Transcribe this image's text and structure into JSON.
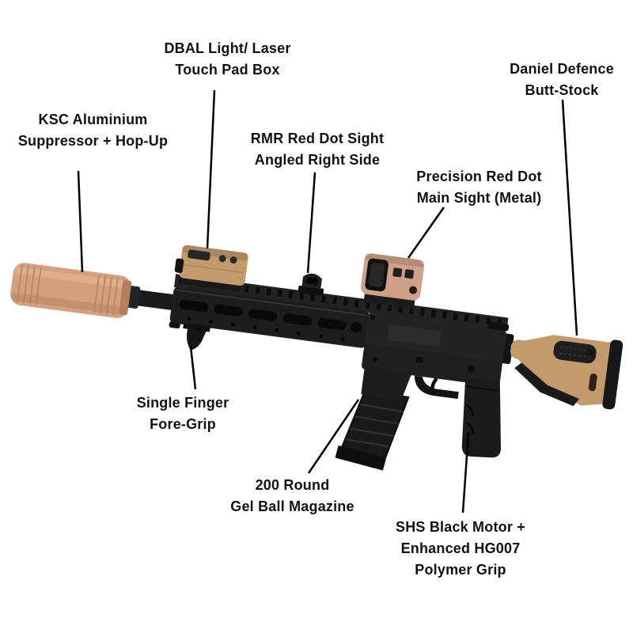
{
  "colors": {
    "copper": "#D4A080",
    "copper_light": "#E6BA98",
    "copper_dark": "#B2815C",
    "tan": "#C29A6B",
    "tan_dark": "#9C784F",
    "rose": "#D0A088",
    "callout": "#000000",
    "text": "#111111",
    "background": "#FFFFFF"
  },
  "labels": {
    "suppressor": {
      "line1": "KSC Aluminium",
      "line2": "Suppressor + Hop-Up"
    },
    "dbal": {
      "line1": "DBAL Light/ Laser",
      "line2": "Touch Pad Box"
    },
    "rmr": {
      "line1": "RMR Red Dot Sight",
      "line2": "Angled Right Side"
    },
    "main_sight": {
      "line1": "Precision Red Dot",
      "line2": "Main Sight (Metal)"
    },
    "butt_stock": {
      "line1": "Daniel Defence",
      "line2": "Butt-Stock"
    },
    "fore_grip": {
      "line1": "Single Finger",
      "line2": "Fore-Grip"
    },
    "magazine": {
      "line1": "200 Round",
      "line2": "Gel Ball Magazine"
    },
    "grip": {
      "line1": "SHS Black  Motor +",
      "line2": "Enhanced HG007",
      "line3": "Polymer Grip"
    }
  }
}
